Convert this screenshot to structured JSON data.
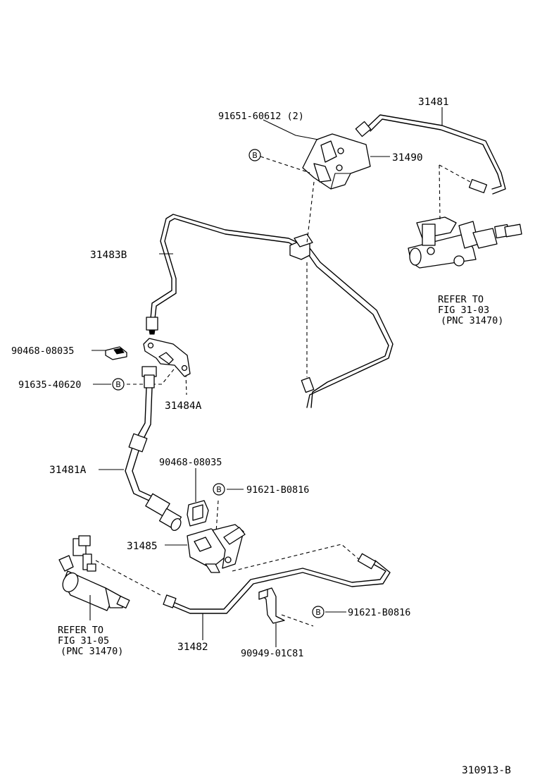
{
  "parts": {
    "p31481": "31481",
    "p91651": "91651-60612 (2)",
    "p31490": "31490",
    "p31483B": "31483B",
    "p90468_a": "90468-08035",
    "p91635": "91635-40620",
    "p31484A": "31484A",
    "p31481A": "31481A",
    "p90468_b": "90468-08035",
    "p91621_a": "91621-B0816",
    "p31485": "31485",
    "p91621_b": "91621-B0816",
    "p31482": "31482",
    "p90949": "90949-01C81"
  },
  "refs": {
    "right": {
      "line1": "REFER TO",
      "line2": "FIG 31-03",
      "line3": "(PNC 31470)"
    },
    "left": {
      "line1": "REFER TO",
      "line2": "FIG 31-05",
      "line3": "(PNC 31470)"
    }
  },
  "markers": {
    "b1": "B",
    "b2": "B",
    "b3": "B",
    "b4": "B"
  },
  "figure_id": "310913-B"
}
